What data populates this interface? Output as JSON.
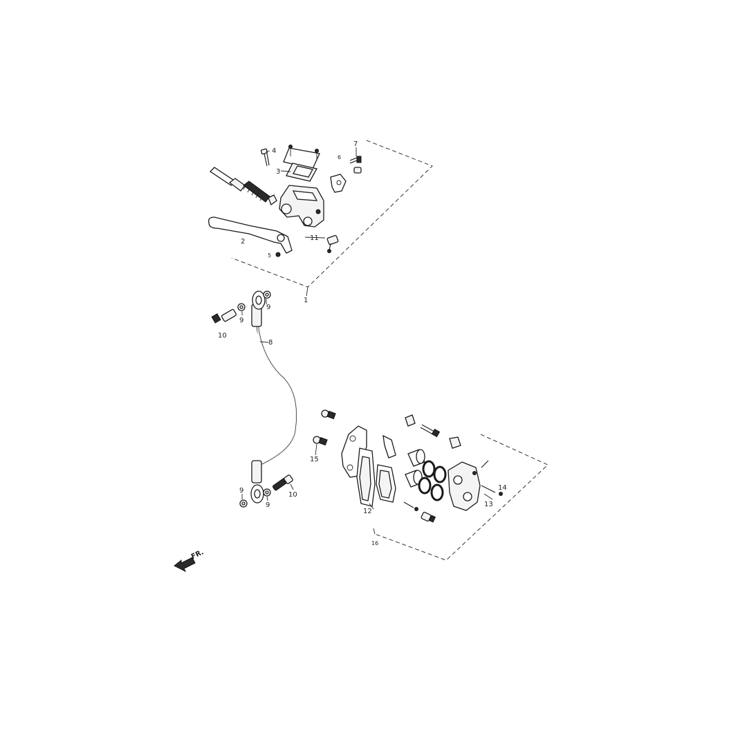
{
  "labels": {
    "l1": "1",
    "l2": "2",
    "l3": "3",
    "l4": "4",
    "l5": "5",
    "l6": "6",
    "l7": "7",
    "l8": "8",
    "l9a": "9",
    "l9b": "9",
    "l9c": "9",
    "l9d": "9",
    "l10a": "10",
    "l10b": "10",
    "l11": "11",
    "l12": "12",
    "l13": "13",
    "l14": "14",
    "l15": "15",
    "l16": "16",
    "fr": "FR."
  }
}
